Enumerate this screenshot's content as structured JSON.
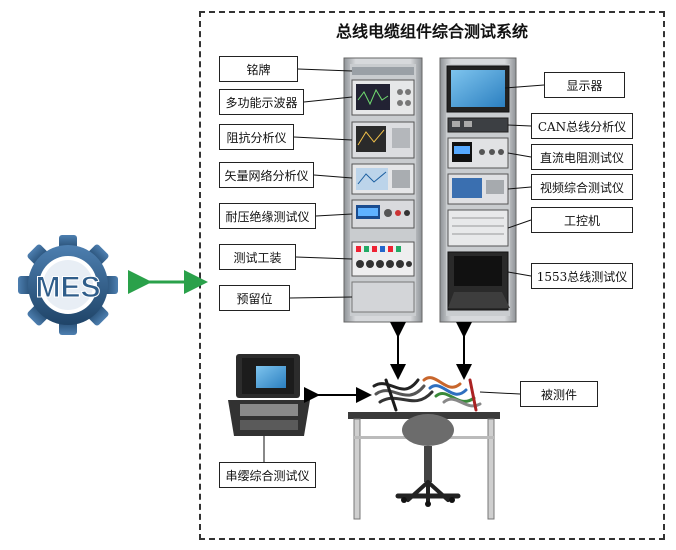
{
  "diagram": {
    "title": "总线电缆组件综合测试系统",
    "mes_logo_text": "MES",
    "left_labels": [
      "铭牌",
      "多功能示波器",
      "阻抗分析仪",
      "矢量网络分析仪",
      "耐压绝缘测试仪",
      "测试工装",
      "预留位"
    ],
    "right_labels": [
      "显示器",
      "CAN总线分析仪",
      "直流电阻测试仪",
      "视频综合测试仪",
      "工控机",
      "1553总线测试仪"
    ],
    "dut_label": "被测件",
    "portable_label": "串缨综合测试仪",
    "colors": {
      "mes_gear": "#2f5d8a",
      "link_arrow": "#2aa14a",
      "rack": "#b9bcc0",
      "frame": "#333333"
    }
  }
}
